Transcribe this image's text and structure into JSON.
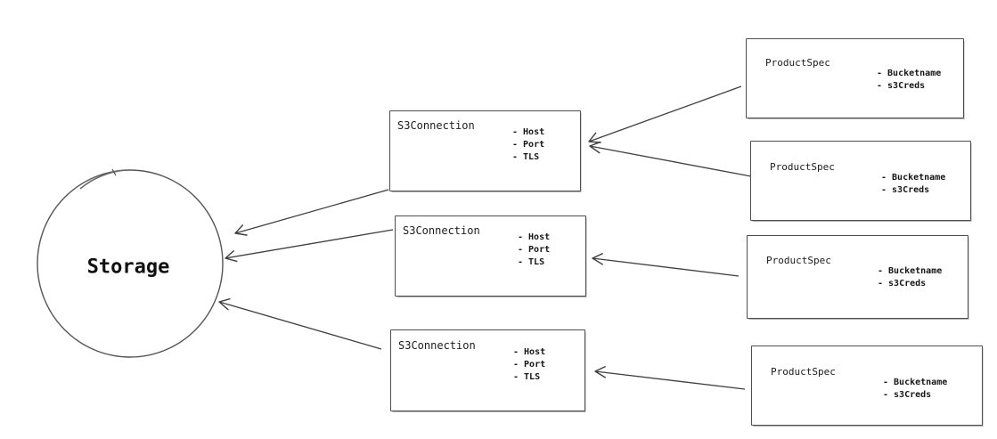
{
  "storage": {
    "label": "Storage"
  },
  "s3_connections": [
    {
      "title": "S3Connection",
      "attributes": [
        "- Host",
        "- Port",
        "- TLS"
      ]
    },
    {
      "title": "S3Connection",
      "attributes": [
        "- Host",
        "- Port",
        "- TLS"
      ]
    },
    {
      "title": "S3Connection",
      "attributes": [
        "- Host",
        "- Port",
        "- TLS"
      ]
    }
  ],
  "product_specs": [
    {
      "title": "ProductSpec",
      "attributes": [
        "- Bucketname",
        "- s3Creds"
      ]
    },
    {
      "title": "ProductSpec",
      "attributes": [
        "- Bucketname",
        "- s3Creds"
      ]
    },
    {
      "title": "ProductSpec",
      "attributes": [
        "- Bucketname",
        "- s3Creds"
      ]
    },
    {
      "title": "ProductSpec",
      "attributes": [
        "- Bucketname",
        "- s3Creds"
      ]
    }
  ],
  "edges": [
    {
      "from": "product-spec-1",
      "to": "s3-connection-1"
    },
    {
      "from": "product-spec-2",
      "to": "s3-connection-1"
    },
    {
      "from": "product-spec-3",
      "to": "s3-connection-2"
    },
    {
      "from": "product-spec-4",
      "to": "s3-connection-3"
    },
    {
      "from": "s3-connection-1",
      "to": "storage"
    },
    {
      "from": "s3-connection-2",
      "to": "storage"
    },
    {
      "from": "s3-connection-3",
      "to": "storage"
    }
  ],
  "colors": {
    "stroke": "#434343",
    "text": "#1c1c1c",
    "background": "#ffffff"
  }
}
